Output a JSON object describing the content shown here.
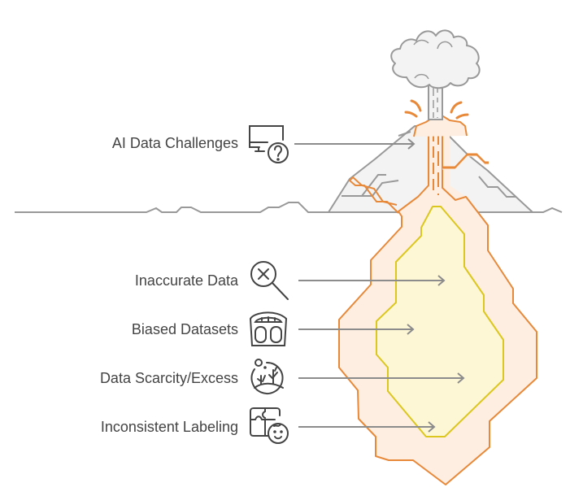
{
  "title": "AI Data Challenges",
  "diagram": {
    "metaphor": "volcano",
    "top_item": {
      "label": "AI Data Challenges",
      "icon": "monitor-question-icon"
    },
    "items": [
      {
        "label": "Inaccurate Data",
        "icon": "magnifier-x-icon"
      },
      {
        "label": "Biased Datasets",
        "icon": "weighing-scale-icon"
      },
      {
        "label": "Data Scarcity/Excess",
        "icon": "desert-cactus-icon"
      },
      {
        "label": "Inconsistent Labeling",
        "icon": "puzzle-face-icon"
      }
    ]
  },
  "colors": {
    "text": "#444444",
    "line": "#8c8c8c",
    "mountain_fill": "#f3f3f3",
    "mountain_stroke": "#999999",
    "lava_stroke": "#e8893a",
    "lava_fill": "#fdeee1",
    "core_stroke": "#dcc71e",
    "core_fill": "#fdf7d6",
    "icon": "#444444"
  }
}
